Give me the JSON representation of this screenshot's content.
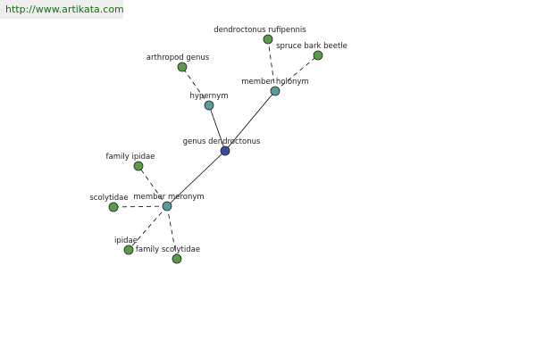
{
  "site": {
    "url": "http://www.artikata.com"
  },
  "colors": {
    "center_node": "#3a4aa0",
    "relation_node": "#5a9a98",
    "leaf_node": "#5a9a48",
    "node_stroke": "#1c2a1c",
    "edge": "#000000"
  },
  "graph": {
    "nodes": [
      {
        "id": "genus",
        "label": "genus dendroctonus",
        "kind": "center"
      },
      {
        "id": "hypernym",
        "label": "hypernym",
        "kind": "relation"
      },
      {
        "id": "holonym",
        "label": "member holonym",
        "kind": "relation"
      },
      {
        "id": "meronym",
        "label": "member meronym",
        "kind": "relation"
      },
      {
        "id": "arthropod",
        "label": "arthropod genus",
        "kind": "leaf"
      },
      {
        "id": "rufipennis",
        "label": "dendroctonus rufipennis",
        "kind": "leaf"
      },
      {
        "id": "spruce",
        "label": "spruce bark beetle",
        "kind": "leaf"
      },
      {
        "id": "ipidae_fam",
        "label": "family ipidae",
        "kind": "leaf"
      },
      {
        "id": "scolytidae",
        "label": "scolytidae",
        "kind": "leaf"
      },
      {
        "id": "ipidae",
        "label": "ipidae",
        "kind": "leaf"
      },
      {
        "id": "scolytidae_fam",
        "label": "family scolytidae",
        "kind": "leaf"
      }
    ],
    "edges": [
      {
        "from": "genus",
        "to": "hypernym",
        "style": "solid"
      },
      {
        "from": "genus",
        "to": "holonym",
        "style": "solid"
      },
      {
        "from": "genus",
        "to": "meronym",
        "style": "solid"
      },
      {
        "from": "hypernym",
        "to": "arthropod",
        "style": "dashed"
      },
      {
        "from": "holonym",
        "to": "rufipennis",
        "style": "dashed"
      },
      {
        "from": "holonym",
        "to": "spruce",
        "style": "dashed"
      },
      {
        "from": "meronym",
        "to": "ipidae_fam",
        "style": "dashed"
      },
      {
        "from": "meronym",
        "to": "scolytidae",
        "style": "dashed"
      },
      {
        "from": "meronym",
        "to": "ipidae",
        "style": "dashed"
      },
      {
        "from": "meronym",
        "to": "scolytidae_fam",
        "style": "dashed"
      }
    ]
  }
}
